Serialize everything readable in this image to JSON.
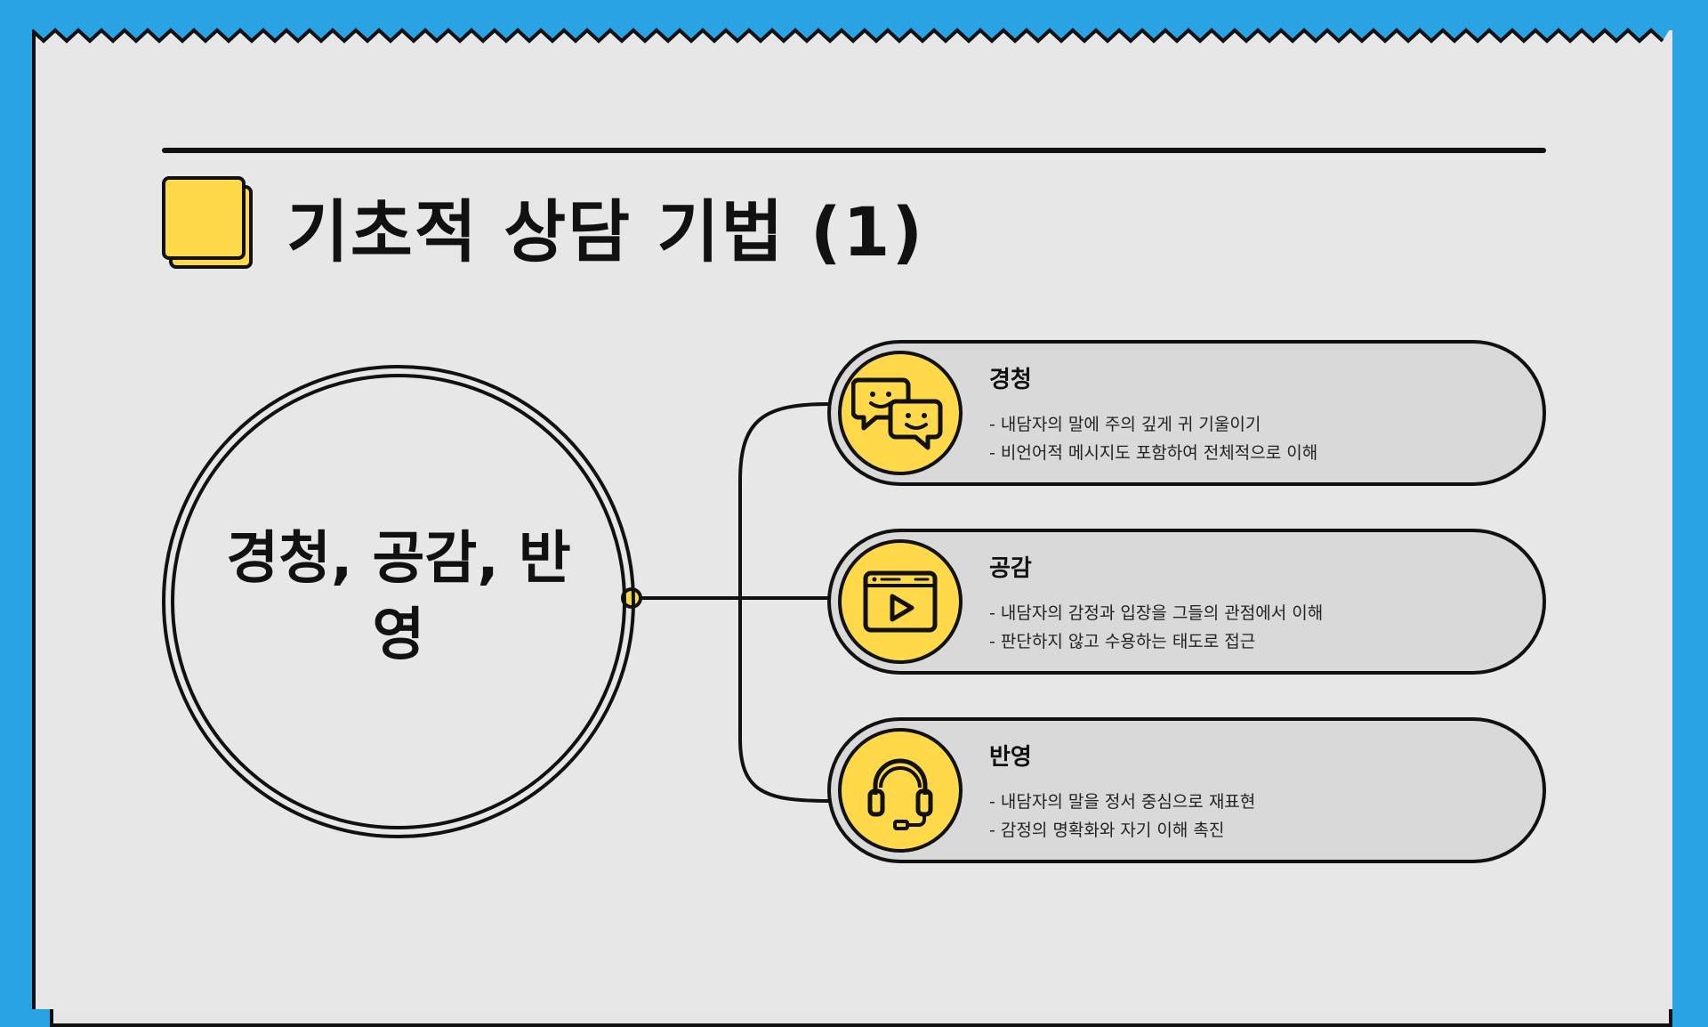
{
  "page": {
    "title": "기초적 상담 기법 (1)",
    "center_text": "경청, 공감, 반영"
  },
  "colors": {
    "background": "#29A3E3",
    "paper": "#E7E7E7",
    "accent_yellow": "#FFD94A",
    "card_fill": "#D9D9D9",
    "ink": "#111111"
  },
  "cards": [
    {
      "title": "경청",
      "icon": "chat-bubbles-icon",
      "lines": [
        "- 내담자의 말에 주의 깊게 귀 기울이기",
        "- 비언어적 메시지도 포함하여 전체적으로 이해"
      ]
    },
    {
      "title": "공감",
      "icon": "video-player-icon",
      "lines": [
        "- 내담자의 감정과 입장을 그들의 관점에서 이해",
        "- 판단하지 않고 수용하는 태도로 접근"
      ]
    },
    {
      "title": "반영",
      "icon": "headset-icon",
      "lines": [
        "- 내담자의 말을 정서 중심으로 재표현",
        "- 감정의 명확화와 자기 이해 촉진"
      ]
    }
  ]
}
